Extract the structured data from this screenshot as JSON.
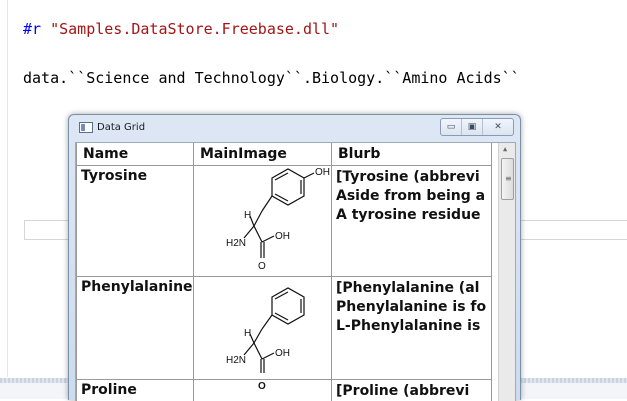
{
  "editor": {
    "line1_directive": "#r",
    "line1_string": "\"Samples.DataStore.Freebase.dll\"",
    "line2": "data.``Science and Technology``.Biology.``Amino Acids``"
  },
  "window": {
    "title": "Data Grid",
    "minimize_glyph": "▭",
    "maximize_glyph": "▣",
    "close_glyph": "✕",
    "icon": "app-window-icon"
  },
  "grid": {
    "columns": [
      "Name",
      "MainImage",
      "Blurb"
    ],
    "rows": [
      {
        "name": "Tyrosine",
        "image": "tyrosine-structure",
        "blurb": [
          "[Tyrosine (abbrevi",
          "Aside from being a",
          "A tyrosine residue"
        ],
        "labels": {
          "oh": "OH",
          "h": "H",
          "h2n": "H2N",
          "oh2": "OH",
          "o": "O"
        }
      },
      {
        "name": "Phenylalanine",
        "image": "phenylalanine-structure",
        "blurb": [
          "[Phenylalanine (al",
          "Phenylalanine is fo",
          "L-Phenylalanine is"
        ],
        "labels": {
          "h": "H",
          "h2n": "H2N",
          "oh": "OH",
          "o": "O"
        }
      },
      {
        "name": "Proline",
        "blurb": [
          "[Proline (abbrevi"
        ]
      }
    ]
  }
}
